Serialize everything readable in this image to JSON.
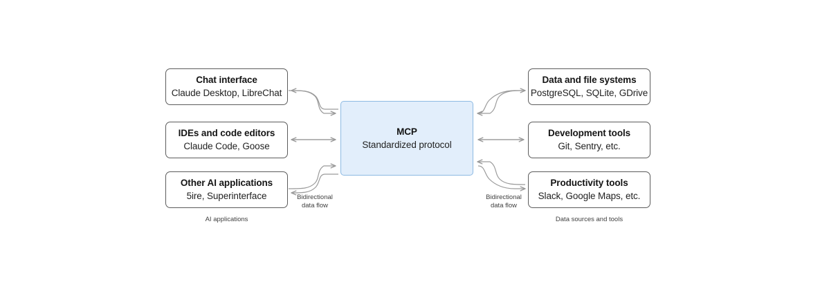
{
  "diagram": {
    "hub": {
      "title": "MCP",
      "subtitle": "Standardized protocol"
    },
    "left_group": {
      "caption": "AI applications",
      "flow_label": "Bidirectional\ndata flow",
      "nodes": [
        {
          "title": "Chat interface",
          "subtitle": "Claude Desktop, LibreChat"
        },
        {
          "title": "IDEs and code editors",
          "subtitle": "Claude Code, Goose"
        },
        {
          "title": "Other AI applications",
          "subtitle": "5ire, Superinterface"
        }
      ]
    },
    "right_group": {
      "caption": "Data sources and tools",
      "flow_label": "Bidirectional\ndata flow",
      "nodes": [
        {
          "title": "Data and file systems",
          "subtitle": "PostgreSQL, SQLite, GDrive"
        },
        {
          "title": "Development tools",
          "subtitle": "Git, Sentry, etc."
        },
        {
          "title": "Productivity tools",
          "subtitle": "Slack, Google Maps, etc."
        }
      ]
    },
    "colors": {
      "hub_fill": "#e2eefb",
      "hub_border": "#8cb9e2",
      "node_border": "#5b5b5b",
      "edge_stroke": "#9a9a9a",
      "background": "#ffffff",
      "text": "#1a1a1a"
    }
  }
}
